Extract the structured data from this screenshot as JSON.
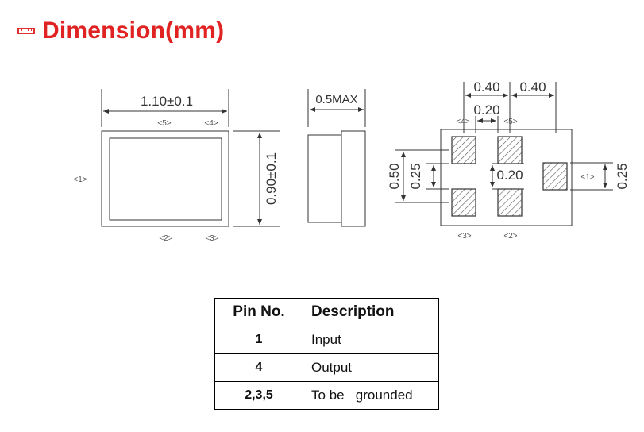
{
  "header": {
    "title": "Dimension(mm)",
    "icon": "ruler-icon",
    "accent": "#e02222"
  },
  "top_view": {
    "width_dim": "1.10±0.1",
    "height_dim": "0.90±0.1",
    "labels": {
      "p5": "<5>",
      "p4": "<4>",
      "p1": "<1>",
      "p2": "<2>",
      "p3": "<3>"
    }
  },
  "side_view": {
    "height_dim": "0.5MAX"
  },
  "bottom_view": {
    "dims": {
      "top_left": "0.40",
      "top_right": "0.40",
      "pitch": "0.20",
      "pad_gap": "0.20",
      "left_outer": "0.50",
      "left_inner": "0.25",
      "right_pad": "0.25"
    },
    "labels": {
      "p4": "<4>",
      "p5": "<5>",
      "p1": "<1>",
      "p3": "<3>",
      "p2": "<2>"
    }
  },
  "table": {
    "headers": [
      "Pin No.",
      "Description"
    ],
    "rows": [
      {
        "pin": "1",
        "desc": "Input"
      },
      {
        "pin": "4",
        "desc": "Output"
      },
      {
        "pin": "2,3,5",
        "desc": "To be   grounded"
      }
    ]
  }
}
